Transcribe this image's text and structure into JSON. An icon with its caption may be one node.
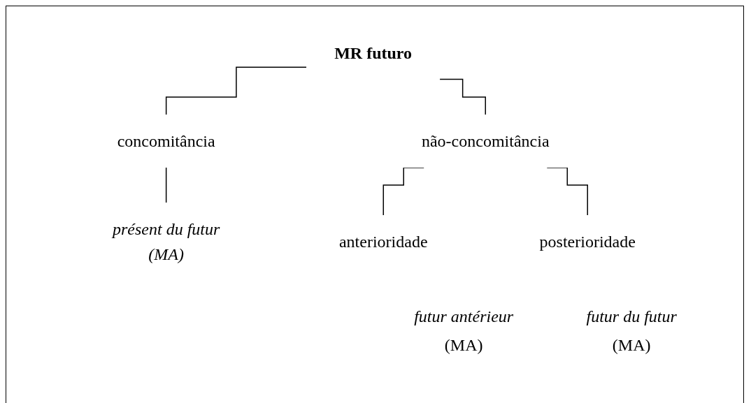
{
  "diagram": {
    "nodes": [
      {
        "text": [
          "MR futuro"
        ]
      },
      {
        "text": [
          "concomitância"
        ]
      },
      {
        "text": [
          "não-concomitância"
        ]
      },
      {
        "text": [
          "présent du futur",
          "(MA)"
        ]
      },
      {
        "text": [
          "anterioridade"
        ]
      },
      {
        "text": [
          "posterioridade"
        ]
      }
    ],
    "edges": [
      {
        "from": 0,
        "to": 1,
        "arrow": "none"
      },
      {
        "from": 0,
        "to": 2,
        "arrow": "none"
      },
      {
        "from": 1,
        "to": 3,
        "arrow": "none"
      },
      {
        "from": 2,
        "to": 4,
        "arrow": "none"
      },
      {
        "from": 2,
        "to": 5,
        "arrow": "none"
      }
    ],
    "labels": [
      "futur antérieur",
      "(MA)",
      "futur du futur",
      "(MA)"
    ]
  }
}
